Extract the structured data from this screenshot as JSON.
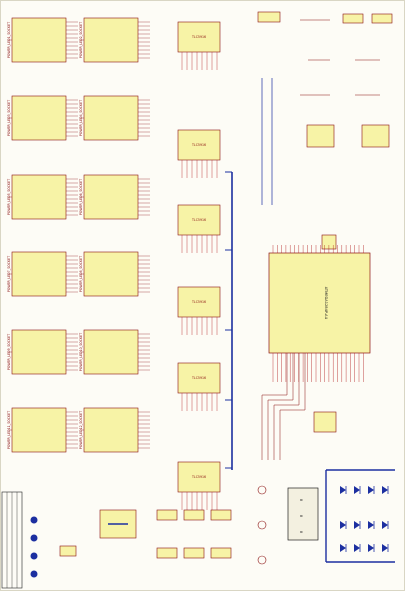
{
  "colors": {
    "background": "#fdfcf6",
    "component_fill": "#f7f3a6",
    "component_outline": "#8a1010",
    "wire": "#1c2fa0",
    "net_label": "#b01818",
    "text": "#202020"
  },
  "headers": [
    {
      "label": "POWER_LED1_SOCKET"
    },
    {
      "label": "POWER_LED2_SOCKET"
    },
    {
      "label": "POWER_LED3_SOCKET"
    },
    {
      "label": "POWER_LED4_SOCKET"
    },
    {
      "label": "POWER_LED5_SOCKET"
    },
    {
      "label": "POWER_LED6_SOCKET"
    },
    {
      "label": "POWER_LED7_SOCKET"
    },
    {
      "label": "POWER_LED8_SOCKET"
    },
    {
      "label": "POWER_LED9_SOCKET"
    },
    {
      "label": "POWER_LED10_SOCKET"
    },
    {
      "label": "POWER_LED11_SOCKET"
    },
    {
      "label": "POWER_LED12_SOCKET"
    }
  ],
  "drivers": [
    {
      "label": "TLC5916"
    },
    {
      "label": "TLC5916"
    },
    {
      "label": "TLC5916"
    },
    {
      "label": "TLC5916"
    },
    {
      "label": "TLC5916"
    },
    {
      "label": "TLC5916"
    }
  ],
  "mcu": {
    "label": "ATMEGA1284P-AU"
  },
  "seven_segment": {
    "digits": [
      "8",
      "8",
      "8"
    ]
  },
  "title_block": {
    "rows": [
      "",
      "",
      "",
      ""
    ]
  }
}
